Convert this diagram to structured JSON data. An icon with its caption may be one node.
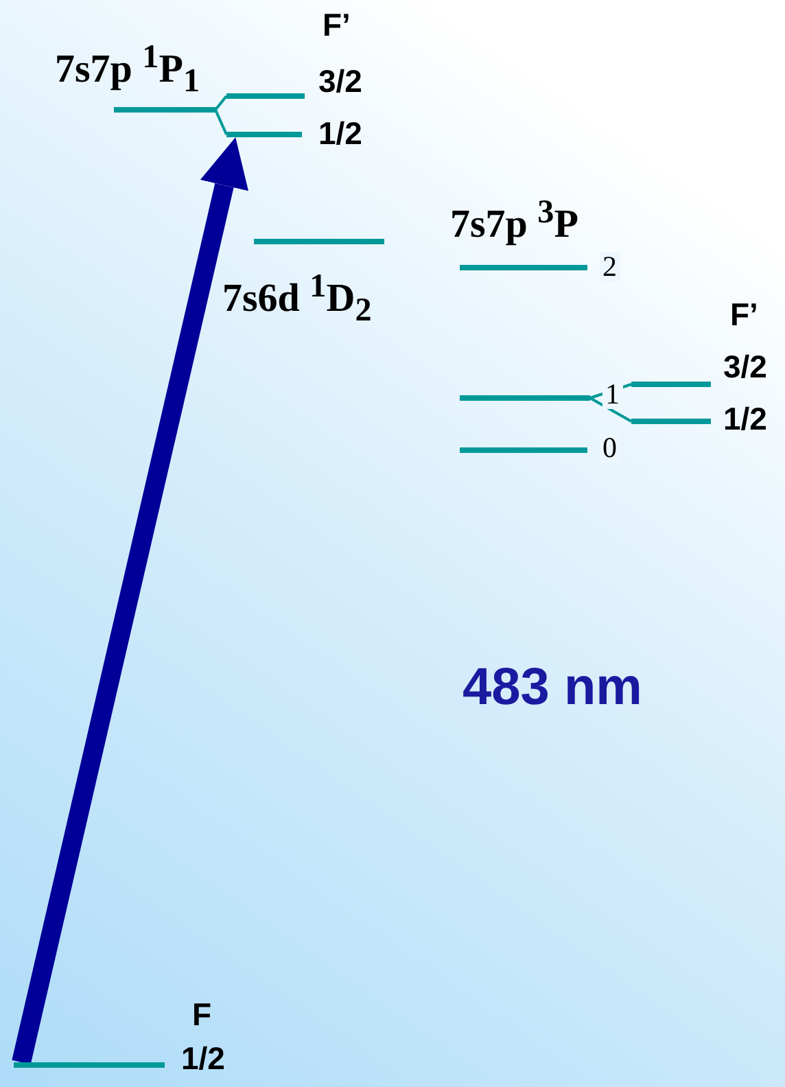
{
  "diagram": {
    "nodes": [
      {
        "text": [],
        "shape": "bar",
        "beside": [
          "3/2"
        ]
      },
      {
        "text": [],
        "shape": "bar",
        "beside": [
          "7s7p $^{1}$P$_{1}$"
        ]
      },
      {
        "text": [],
        "shape": "bar",
        "beside": [
          "1/2"
        ]
      },
      {
        "text": [],
        "shape": "bar",
        "beside": [
          "7s6d $^{1}$D$_{2}$"
        ]
      },
      {
        "text": [],
        "shape": "bar",
        "beside": [
          "2"
        ]
      },
      {
        "text": [],
        "shape": "bar",
        "beside": [
          "3/2"
        ]
      },
      {
        "text": [],
        "shape": "bar",
        "beside": [
          "1"
        ]
      },
      {
        "text": [],
        "shape": "bar",
        "beside": [
          "1/2"
        ]
      },
      {
        "text": [],
        "shape": "bar",
        "beside": [
          "0"
        ]
      },
      {
        "text": [],
        "shape": "bar",
        "beside": [
          "1/2"
        ]
      }
    ],
    "edges": [
      {
        "from": 1,
        "to": 0,
        "arrow": "none"
      },
      {
        "from": 1,
        "to": 2,
        "arrow": "none"
      },
      {
        "from": 6,
        "to": 5,
        "arrow": "none"
      },
      {
        "from": 6,
        "to": 7,
        "arrow": "none"
      },
      {
        "from": 9,
        "to": 2,
        "arrow": "to",
        "style": "thick",
        "color": "#000099"
      }
    ],
    "labels": [
      "F’",
      "7s7p $^{3}$P",
      "F’",
      "483 nm",
      "F"
    ]
  }
}
